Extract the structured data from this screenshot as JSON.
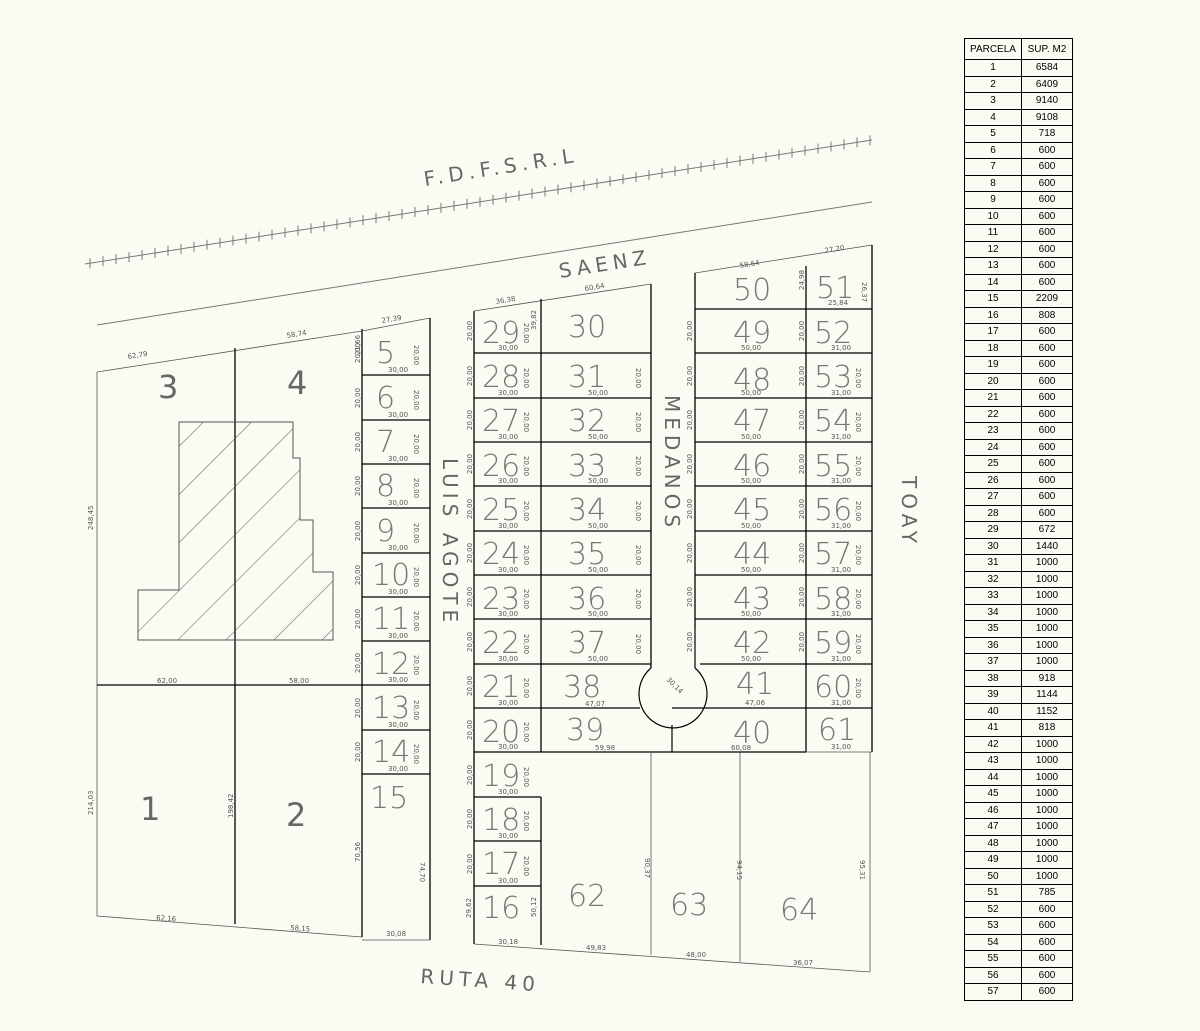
{
  "streets": {
    "top_company": "F.D.F.S.R.L",
    "saenz": "SAENZ",
    "luis_agote": "LUIS AGOTE",
    "medanos": "MEDANOS",
    "toay": "TOAY",
    "ruta": "RUTA 40"
  },
  "lots": {
    "l1": "1",
    "l2": "2",
    "l3": "3",
    "l4": "4",
    "l5": "5",
    "l6": "6",
    "l7": "7",
    "l8": "8",
    "l9": "9",
    "l10": "10",
    "l11": "11",
    "l12": "12",
    "l13": "13",
    "l14": "14",
    "l15": "15",
    "l16": "16",
    "l17": "17",
    "l18": "18",
    "l19": "19",
    "l20": "20",
    "l21": "21",
    "l22": "22",
    "l23": "23",
    "l24": "24",
    "l25": "25",
    "l26": "26",
    "l27": "27",
    "l28": "28",
    "l29": "29",
    "l30": "30",
    "l31": "31",
    "l32": "32",
    "l33": "33",
    "l34": "34",
    "l35": "35",
    "l36": "36",
    "l37": "37",
    "l38": "38",
    "l39": "39",
    "l40": "40",
    "l41": "41",
    "l42": "42",
    "l43": "43",
    "l44": "44",
    "l45": "45",
    "l46": "46",
    "l47": "47",
    "l48": "48",
    "l49": "49",
    "l50": "50",
    "l51": "51",
    "l52": "52",
    "l53": "53",
    "l54": "54",
    "l55": "55",
    "l56": "56",
    "l57": "57",
    "l58": "58",
    "l59": "59",
    "l60": "60",
    "l61": "61",
    "l62": "62",
    "l63": "63",
    "l64": "64"
  },
  "dims": {
    "d62_79": "62,79",
    "d58_74": "58,74",
    "d27_39": "27,39",
    "d36_38": "36,38",
    "d60_64": "60,64",
    "d58_64": "58,64",
    "d27_20": "27,20",
    "d62_00": "62,00",
    "d58_00": "58,00",
    "d62_16": "62,16",
    "d58_15": "58,15",
    "d30_08": "30,08",
    "d30_18": "30,18",
    "d49_83": "49,83",
    "d48_00": "48,00",
    "d36_07": "36,07",
    "d30_00": "30,00",
    "d50_00": "50,00",
    "d31_00": "31,00",
    "d20_00": "20,00",
    "d47_07": "47,07",
    "d59_98": "59,98",
    "d47_06": "47,06",
    "d60_08": "60,08",
    "d25_84": "25,84",
    "d26_37": "26,37",
    "d30_14": "30,14",
    "d248_45": "248,45",
    "d214_03": "214,03",
    "d198_42": "198,42",
    "d70_56": "70,56",
    "d74_70": "74,70",
    "d90_37": "90,37",
    "d94_15": "94,15",
    "d95_31": "95,31",
    "d29_62": "29,62",
    "d50_12": "50,12",
    "d21_66": "21,66",
    "d39_82": "39,82",
    "d24_98": "24,98"
  },
  "table": {
    "headers": [
      "PARCELA",
      "SUP. M2"
    ],
    "rows": [
      [
        "1",
        "6584"
      ],
      [
        "2",
        "6409"
      ],
      [
        "3",
        "9140"
      ],
      [
        "4",
        "9108"
      ],
      [
        "5",
        "718"
      ],
      [
        "6",
        "600"
      ],
      [
        "7",
        "600"
      ],
      [
        "8",
        "600"
      ],
      [
        "9",
        "600"
      ],
      [
        "10",
        "600"
      ],
      [
        "11",
        "600"
      ],
      [
        "12",
        "600"
      ],
      [
        "13",
        "600"
      ],
      [
        "14",
        "600"
      ],
      [
        "15",
        "2209"
      ],
      [
        "16",
        "808"
      ],
      [
        "17",
        "600"
      ],
      [
        "18",
        "600"
      ],
      [
        "19",
        "600"
      ],
      [
        "20",
        "600"
      ],
      [
        "21",
        "600"
      ],
      [
        "22",
        "600"
      ],
      [
        "23",
        "600"
      ],
      [
        "24",
        "600"
      ],
      [
        "25",
        "600"
      ],
      [
        "26",
        "600"
      ],
      [
        "27",
        "600"
      ],
      [
        "28",
        "600"
      ],
      [
        "29",
        "672"
      ],
      [
        "30",
        "1440"
      ],
      [
        "31",
        "1000"
      ],
      [
        "32",
        "1000"
      ],
      [
        "33",
        "1000"
      ],
      [
        "34",
        "1000"
      ],
      [
        "35",
        "1000"
      ],
      [
        "36",
        "1000"
      ],
      [
        "37",
        "1000"
      ],
      [
        "38",
        "918"
      ],
      [
        "39",
        "1144"
      ],
      [
        "40",
        "1152"
      ],
      [
        "41",
        "818"
      ],
      [
        "42",
        "1000"
      ],
      [
        "43",
        "1000"
      ],
      [
        "44",
        "1000"
      ],
      [
        "45",
        "1000"
      ],
      [
        "46",
        "1000"
      ],
      [
        "47",
        "1000"
      ],
      [
        "48",
        "1000"
      ],
      [
        "49",
        "1000"
      ],
      [
        "50",
        "1000"
      ],
      [
        "51",
        "785"
      ],
      [
        "52",
        "600"
      ],
      [
        "53",
        "600"
      ],
      [
        "54",
        "600"
      ],
      [
        "55",
        "600"
      ],
      [
        "56",
        "600"
      ],
      [
        "57",
        "600"
      ]
    ]
  }
}
